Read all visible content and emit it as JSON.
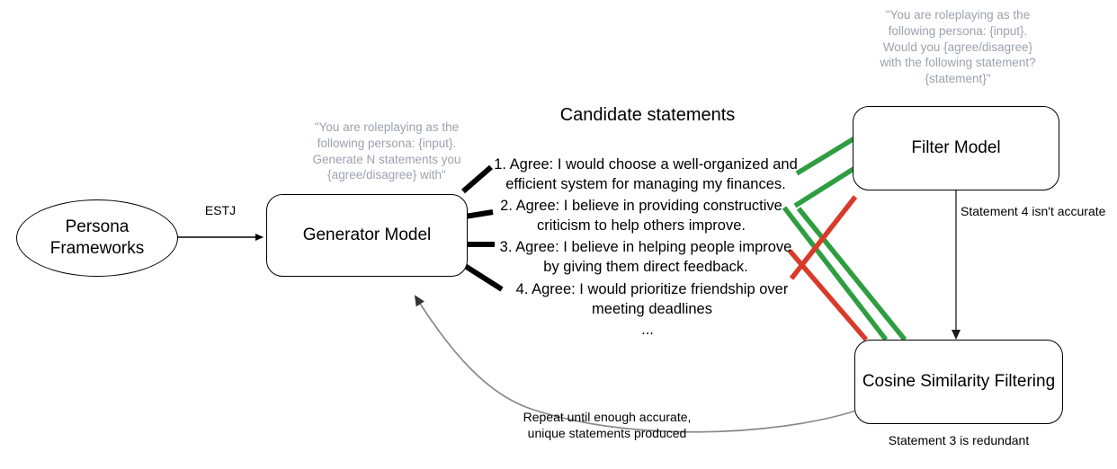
{
  "diagram": {
    "nodes": {
      "persona": {
        "label": "Persona\nFrameworks",
        "line1": "Persona",
        "line2": "Frameworks"
      },
      "generator": {
        "label": "Generator Model"
      },
      "filter": {
        "label": "Filter Model"
      },
      "cosine": {
        "label": "Cosine Similarity Filtering"
      }
    },
    "prompts": {
      "generator_prompt": "\"You are roleplaying as the following persona: {input}. Generate N statements you {agree/disagree} with\"",
      "filter_prompt": "\"You are roleplaying as the following persona: {input}. Would you {agree/disagree} with the following statement? {statement}\""
    },
    "edge_labels": {
      "persona_to_generator": "ESTJ",
      "filter_to_cosine": "Statement 4 isn't accurate",
      "cosine_caption": "Statement 3 is redundant",
      "feedback_loop": "Repeat until enough accurate, unique statements produced"
    },
    "candidates": {
      "title": "Candidate statements",
      "items": [
        "1. Agree: I would choose a well-organized and efficient system for managing my finances.",
        "2. Agree: I believe in providing constructive criticism to help others improve.",
        "3. Agree: I believe in helping people improve by giving them direct feedback.",
        "4. Agree: I would prioritize friendship over meeting deadlines"
      ],
      "ellipsis": "..."
    },
    "colors": {
      "accept": "#2E9E41",
      "reject": "#D93B2B",
      "stroke": "#000000",
      "muted": "#9aa3ad",
      "gray_arrow": "#888888"
    }
  }
}
